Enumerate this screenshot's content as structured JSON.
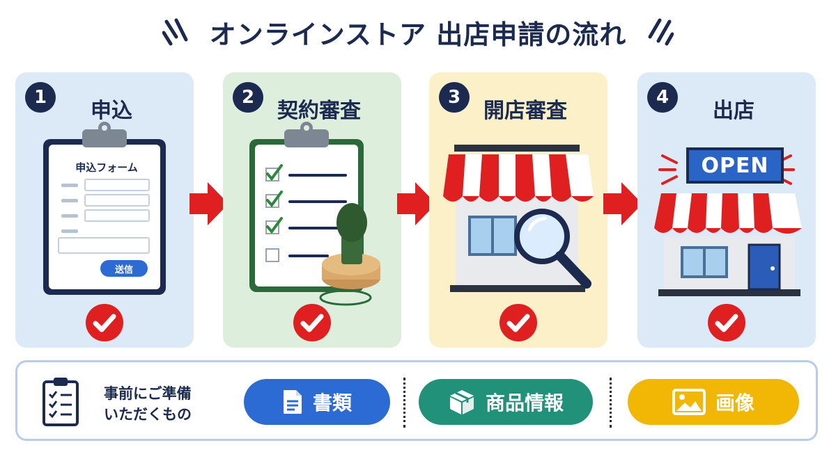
{
  "title": "オンラインストア 出店申請の流れ",
  "steps": [
    {
      "number": "1",
      "label": "申込",
      "form_title": "申込フォーム",
      "send_label": "送信"
    },
    {
      "number": "2",
      "label": "契約審査"
    },
    {
      "number": "3",
      "label": "開店審査"
    },
    {
      "number": "4",
      "label": "出店",
      "sign_text": "OPEN"
    }
  ],
  "preparation": {
    "line1": "事前にご準備",
    "line2": "いただくもの",
    "items": [
      {
        "label": "書類",
        "icon": "document-icon",
        "color": "#2d6bd4"
      },
      {
        "label": "商品情報",
        "icon": "box-icon",
        "color": "#22917a"
      },
      {
        "label": "画像",
        "icon": "image-icon",
        "color": "#f2b705"
      }
    ]
  },
  "colors": {
    "navy": "#1b2a4e",
    "arrow_red": "#e02020",
    "check_red": "#e02020"
  }
}
